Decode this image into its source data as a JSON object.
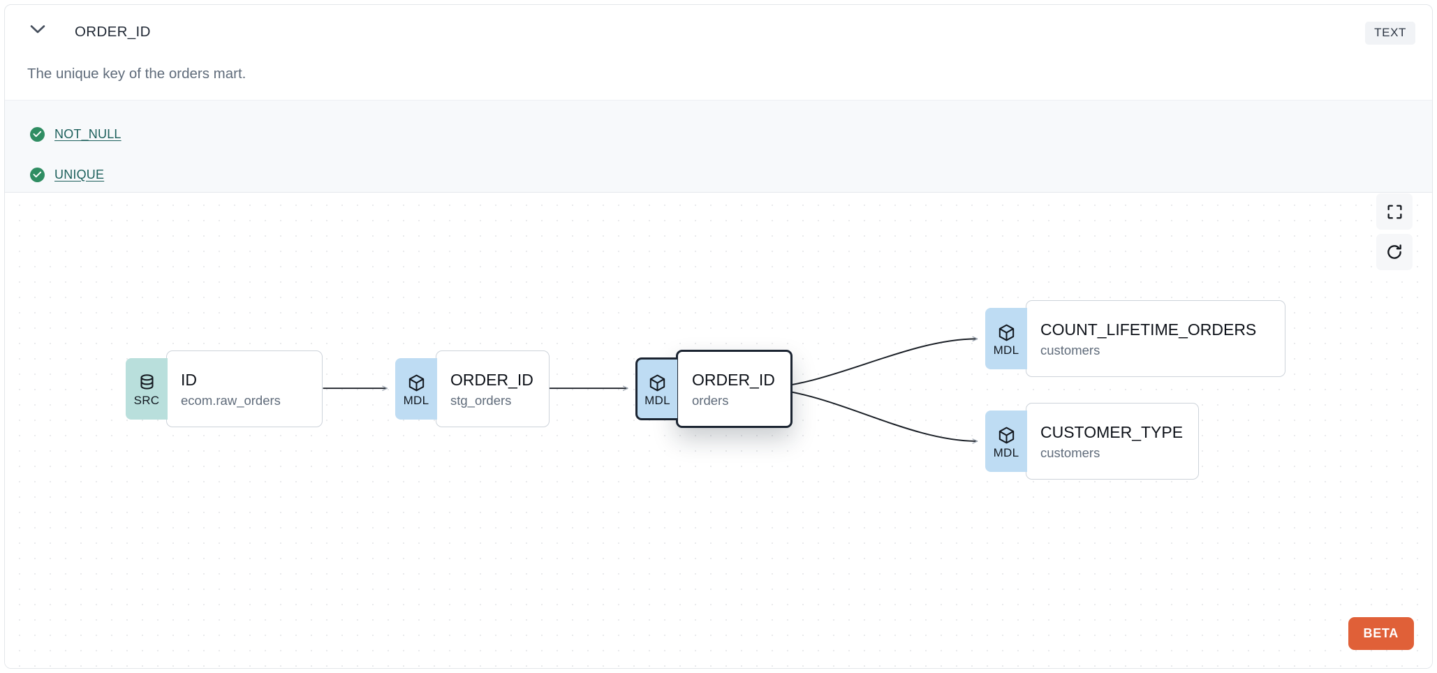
{
  "header": {
    "chevron_icon": "chevron-down-icon",
    "column_name": "ORDER_ID",
    "data_type": "TEXT"
  },
  "description": "The unique key of the orders mart.",
  "tests": [
    {
      "status_icon": "check-circle-icon",
      "label": "NOT_NULL"
    },
    {
      "status_icon": "check-circle-icon",
      "label": "UNIQUE"
    }
  ],
  "lineage": {
    "nodes": [
      {
        "id": "src",
        "kind": "SRC",
        "kind_icon": "database-icon",
        "name": "ID",
        "parent": "ecom.raw_orders",
        "selected": false
      },
      {
        "id": "stg",
        "kind": "MDL",
        "kind_icon": "cube-icon",
        "name": "ORDER_ID",
        "parent": "stg_orders",
        "selected": false
      },
      {
        "id": "orders",
        "kind": "MDL",
        "kind_icon": "cube-icon",
        "name": "ORDER_ID",
        "parent": "orders",
        "selected": true
      },
      {
        "id": "count",
        "kind": "MDL",
        "kind_icon": "cube-icon",
        "name": "COUNT_LIFETIME_ORDERS",
        "parent": "customers",
        "selected": false
      },
      {
        "id": "custtype",
        "kind": "MDL",
        "kind_icon": "cube-icon",
        "name": "CUSTOMER_TYPE",
        "parent": "customers",
        "selected": false
      }
    ],
    "edges": [
      {
        "from": "src",
        "to": "stg"
      },
      {
        "from": "stg",
        "to": "orders"
      },
      {
        "from": "orders",
        "to": "count"
      },
      {
        "from": "orders",
        "to": "custtype"
      }
    ],
    "controls": [
      {
        "name": "fit-view-button",
        "icon": "fit-view-icon"
      },
      {
        "name": "reset-button",
        "icon": "refresh-icon"
      }
    ],
    "beta_label": "BETA"
  },
  "colors": {
    "src_badge": "#b9dfdc",
    "mdl_badge": "#bedcf3",
    "test_pass": "#2f8d62",
    "test_link": "#1c5f5b",
    "beta": "#e06038",
    "selected_border": "#1b2431"
  }
}
